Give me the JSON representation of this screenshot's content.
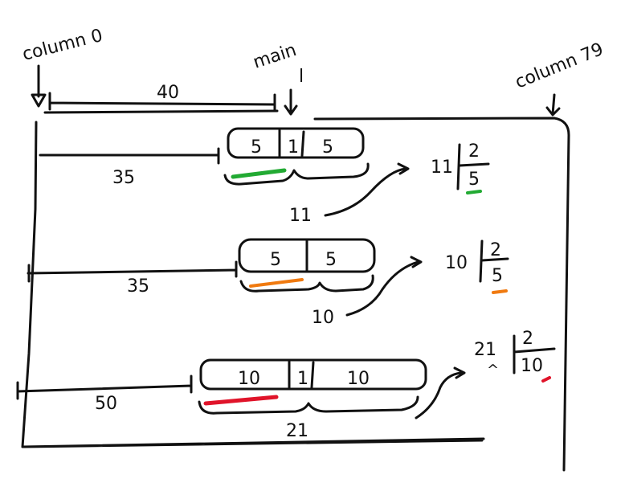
{
  "labels": {
    "column0": "column 0",
    "main": "main",
    "main_l": "l",
    "column79": "column 79",
    "width40": "40"
  },
  "rows": [
    {
      "left_offset": "35",
      "cells": [
        "5",
        "1",
        "5"
      ],
      "sum": "11",
      "quotient": "2",
      "divisor": "5",
      "color": "#22aa33"
    },
    {
      "left_offset": "35",
      "cells": [
        "5",
        "5"
      ],
      "sum": "10",
      "quotient": "2",
      "divisor": "5",
      "color": "#f07a10"
    },
    {
      "left_offset": "50",
      "cells": [
        "10",
        "1",
        "10"
      ],
      "sum": "21",
      "sum_mark": "^",
      "quotient": "2",
      "divisor": "10",
      "color": "#e0142a"
    }
  ]
}
